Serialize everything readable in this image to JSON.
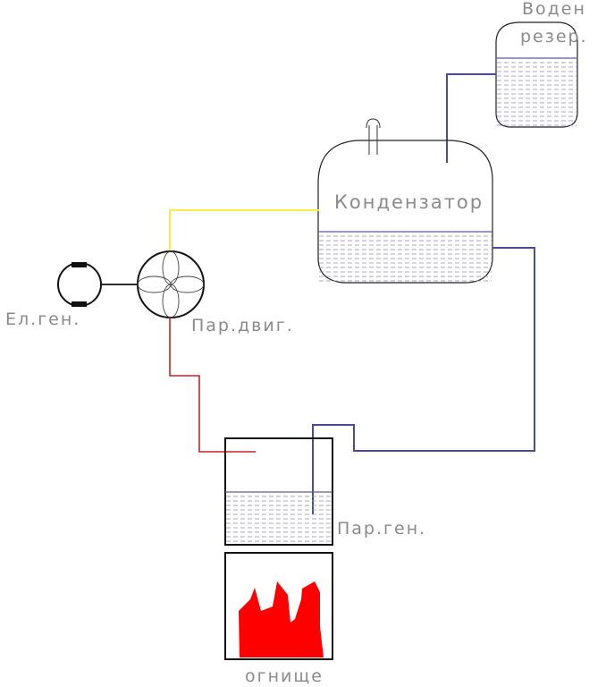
{
  "diagram": {
    "title": "Steam power plant schematic",
    "labels": {
      "water_reservoir_line1": "Воден",
      "water_reservoir_line2": "резер.",
      "condenser": "Кондензатор",
      "electric_generator": "Ел.ген.",
      "steam_engine": "Пар.двиг.",
      "steam_generator": "Пар.ген.",
      "firebox": "огнище"
    },
    "colors": {
      "water_pipe": "#4a4a9a",
      "steam_pipe": "#cc2222",
      "exhaust_steam_pipe": "#f0f040",
      "shaft": "#111111",
      "flame": "#ff0000",
      "water_hatch": "#8a8ab0",
      "outline": "#222222",
      "label_text": "#8a8a8a"
    },
    "components": [
      {
        "id": "water-reservoir",
        "name": "Воден резер."
      },
      {
        "id": "condenser",
        "name": "Кондензатор"
      },
      {
        "id": "steam-engine",
        "name": "Пар.двиг."
      },
      {
        "id": "electric-generator",
        "name": "Ел.ген."
      },
      {
        "id": "steam-generator",
        "name": "Пар.ген."
      },
      {
        "id": "firebox",
        "name": "огнище"
      }
    ],
    "connections": [
      {
        "from": "water-reservoir",
        "to": "condenser",
        "type": "water"
      },
      {
        "from": "condenser",
        "to": "steam-generator",
        "type": "water"
      },
      {
        "from": "steam-generator",
        "to": "steam-engine",
        "type": "steam"
      },
      {
        "from": "steam-engine",
        "to": "condenser",
        "type": "exhaust-steam"
      },
      {
        "from": "steam-engine",
        "to": "electric-generator",
        "type": "shaft"
      }
    ]
  }
}
